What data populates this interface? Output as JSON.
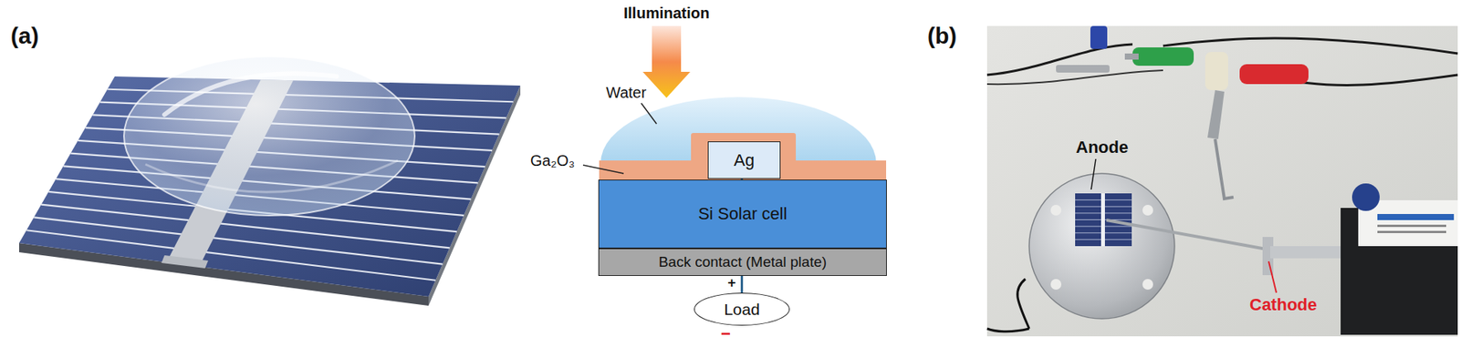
{
  "diagram": {
    "nodes": [
      {
        "text": [
          "Ag"
        ]
      },
      {
        "text": [
          "Si Solar cell"
        ]
      },
      {
        "text": [
          "Back contact (Metal plate)"
        ]
      },
      {
        "text": [
          "Load"
        ]
      }
    ],
    "edges": [
      {
        "from": 2,
        "to": 3,
        "arrow": "none"
      },
      {
        "from": 0,
        "to": 3,
        "arrow": "none"
      }
    ],
    "labels": [
      "(a)",
      "Illumination",
      "Water",
      "Ga₂O₃",
      "+",
      "−",
      "(b)",
      "Anode",
      "Cathode"
    ]
  }
}
